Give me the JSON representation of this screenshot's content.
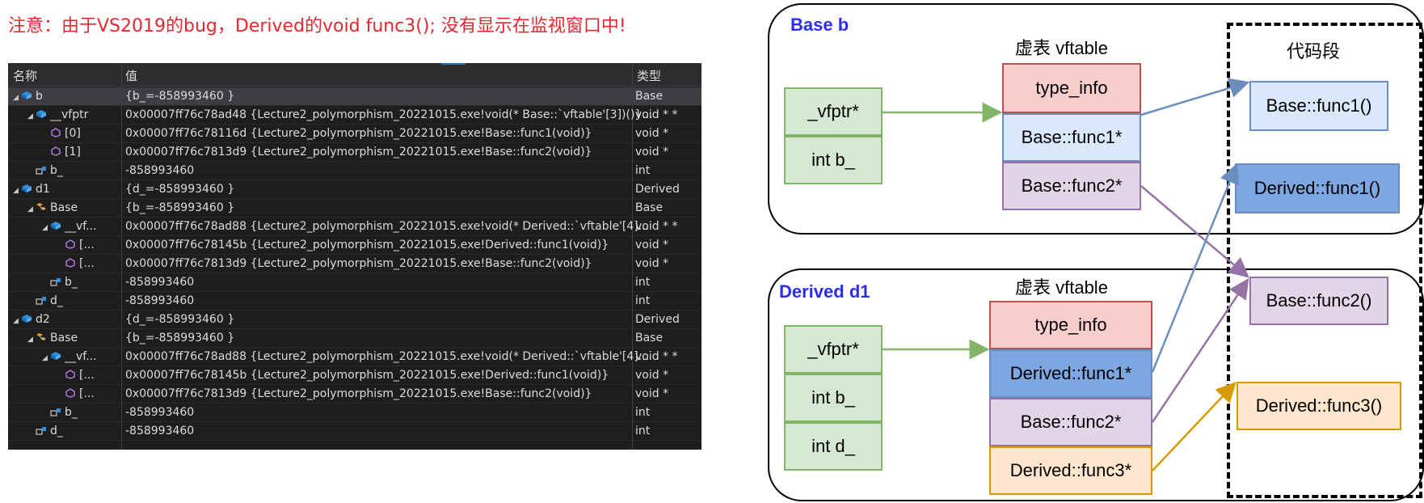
{
  "note": "注意：由于VS2019的bug，Derived的void func3(); 没有显示在监视窗口中!",
  "watch": {
    "headers": {
      "name": "名称",
      "value": "值",
      "type": "类型"
    },
    "rows": [
      {
        "indent": 0,
        "expand": "◢",
        "icon": "object-icon",
        "name": "b",
        "value": "{b_=-858993460 }",
        "type": "Base",
        "sel": true
      },
      {
        "indent": 1,
        "expand": "◢",
        "icon": "object-icon",
        "name": "__vfptr",
        "value": "0x00007ff76c78ad48 {Lecture2_polymorphism_20221015.exe!void(* Base::`vftable'[3])()}...",
        "type": "void * *"
      },
      {
        "indent": 2,
        "expand": "",
        "icon": "pointer-icon",
        "name": "[0]",
        "value": "0x00007ff76c78116d {Lecture2_polymorphism_20221015.exe!Base::func1(void)}",
        "type": "void *"
      },
      {
        "indent": 2,
        "expand": "",
        "icon": "pointer-icon",
        "name": "[1]",
        "value": "0x00007ff76c7813d9 {Lecture2_polymorphism_20221015.exe!Base::func2(void)}",
        "type": "void *"
      },
      {
        "indent": 1,
        "expand": "",
        "icon": "field-icon",
        "name": "b_",
        "value": "-858993460",
        "type": "int"
      },
      {
        "indent": 0,
        "expand": "◢",
        "icon": "object-icon",
        "name": "d1",
        "value": "{d_=-858993460 }",
        "type": "Derived"
      },
      {
        "indent": 1,
        "expand": "◢",
        "icon": "base-class-icon",
        "name": "Base",
        "value": "{b_=-858993460 }",
        "type": "Base"
      },
      {
        "indent": 2,
        "expand": "◢",
        "icon": "object-icon",
        "name": "__vf...",
        "value": "0x00007ff76c78ad88 {Lecture2_polymorphism_20221015.exe!void(* Derived::`vftable'[4]...",
        "type": "void * *"
      },
      {
        "indent": 3,
        "expand": "",
        "icon": "pointer-icon",
        "name": "[...",
        "value": "0x00007ff76c78145b {Lecture2_polymorphism_20221015.exe!Derived::func1(void)}",
        "type": "void *"
      },
      {
        "indent": 3,
        "expand": "",
        "icon": "pointer-icon",
        "name": "[...",
        "value": "0x00007ff76c7813d9 {Lecture2_polymorphism_20221015.exe!Base::func2(void)}",
        "type": "void *"
      },
      {
        "indent": 2,
        "expand": "",
        "icon": "field-icon",
        "name": "b_",
        "value": "-858993460",
        "type": "int"
      },
      {
        "indent": 1,
        "expand": "",
        "icon": "field-icon",
        "name": "d_",
        "value": "-858993460",
        "type": "int"
      },
      {
        "indent": 0,
        "expand": "◢",
        "icon": "object-icon",
        "name": "d2",
        "value": "{d_=-858993460 }",
        "type": "Derived"
      },
      {
        "indent": 1,
        "expand": "◢",
        "icon": "base-class-icon",
        "name": "Base",
        "value": "{b_=-858993460 }",
        "type": "Base"
      },
      {
        "indent": 2,
        "expand": "◢",
        "icon": "object-icon",
        "name": "__vf...",
        "value": "0x00007ff76c78ad88 {Lecture2_polymorphism_20221015.exe!void(* Derived::`vftable'[4]...",
        "type": "void * *"
      },
      {
        "indent": 3,
        "expand": "",
        "icon": "pointer-icon",
        "name": "[...",
        "value": "0x00007ff76c78145b {Lecture2_polymorphism_20221015.exe!Derived::func1(void)}",
        "type": "void *"
      },
      {
        "indent": 3,
        "expand": "",
        "icon": "pointer-icon",
        "name": "[...",
        "value": "0x00007ff76c7813d9 {Lecture2_polymorphism_20221015.exe!Base::func2(void)}",
        "type": "void *"
      },
      {
        "indent": 2,
        "expand": "",
        "icon": "field-icon",
        "name": "b_",
        "value": "-858993460",
        "type": "int"
      },
      {
        "indent": 1,
        "expand": "",
        "icon": "field-icon",
        "name": "d_",
        "value": "-858993460",
        "type": "int"
      }
    ]
  },
  "diagram": {
    "base_title": "Base b",
    "derived_title": "Derived d1",
    "vtable_label": "虚表 vftable",
    "code_label": "代码段",
    "base_obj": [
      "_vfptr*",
      "int b_"
    ],
    "base_vtable": [
      "type_info",
      "Base::func1*",
      "Base::func2*"
    ],
    "derived_obj": [
      "_vfptr*",
      "int b_",
      "int d_"
    ],
    "derived_vtable": [
      "type_info",
      "Derived::func1*",
      "Base::func2*",
      "Derived::func3*"
    ],
    "code": [
      "Base::func1()",
      "Derived::func1()",
      "Base::func2()",
      "Derived::func3()"
    ],
    "colors": {
      "green_fill": "#d5e8d4",
      "green_border": "#82b366",
      "red_fill": "#f8cecc",
      "red_border": "#b85450",
      "blue_fill": "#dae8fc",
      "blue_border": "#6c8ebf",
      "purple_fill": "#e1d5e7",
      "purple_border": "#9673a6",
      "dblue_fill": "#7ea6e0",
      "dblue_border": "#6c8ebf",
      "orange_fill": "#ffe6cc",
      "orange_border": "#d79b00",
      "title": "#2b2ef0",
      "note": "#e8262f"
    }
  }
}
